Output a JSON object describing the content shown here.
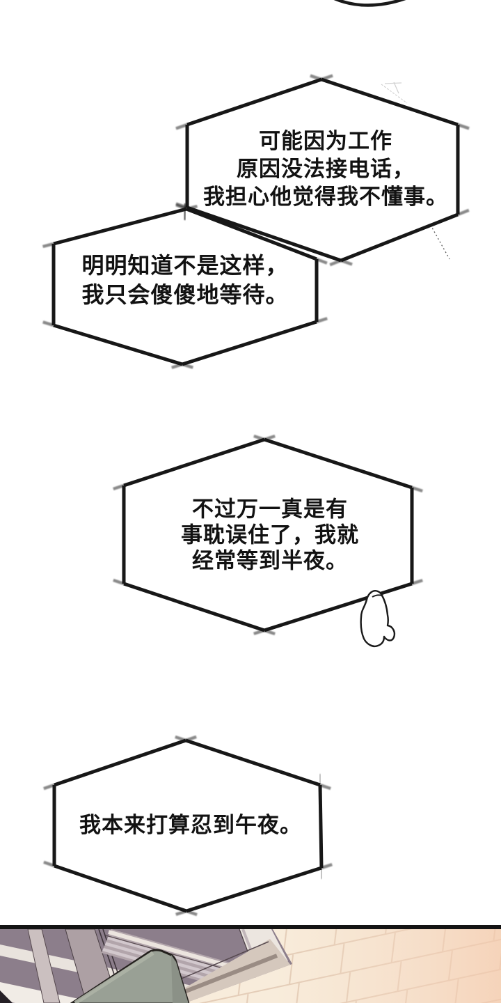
{
  "comic": {
    "bubbles": [
      {
        "id": "bubble-1",
        "lines": [
          "可能因为工作",
          "原因没法接电话，",
          "我担心他觉得我不懂事。"
        ]
      },
      {
        "id": "bubble-2",
        "lines": [
          "明明知道不是这样，",
          "我只会傻傻地等待。"
        ]
      },
      {
        "id": "bubble-3",
        "lines": [
          "不过万一真是有",
          "事耽误住了，我就",
          "经常等到半夜。"
        ]
      },
      {
        "id": "bubble-4",
        "lines": [
          "我本来打算忍到午夜。"
        ]
      }
    ],
    "colors": {
      "ink": "#171717",
      "paper": "#ffffff",
      "wall": "#8c7e8b",
      "sofa": "#99a095",
      "floor": "#f8ecdb",
      "floor_tint": "#f0ccb4"
    }
  }
}
